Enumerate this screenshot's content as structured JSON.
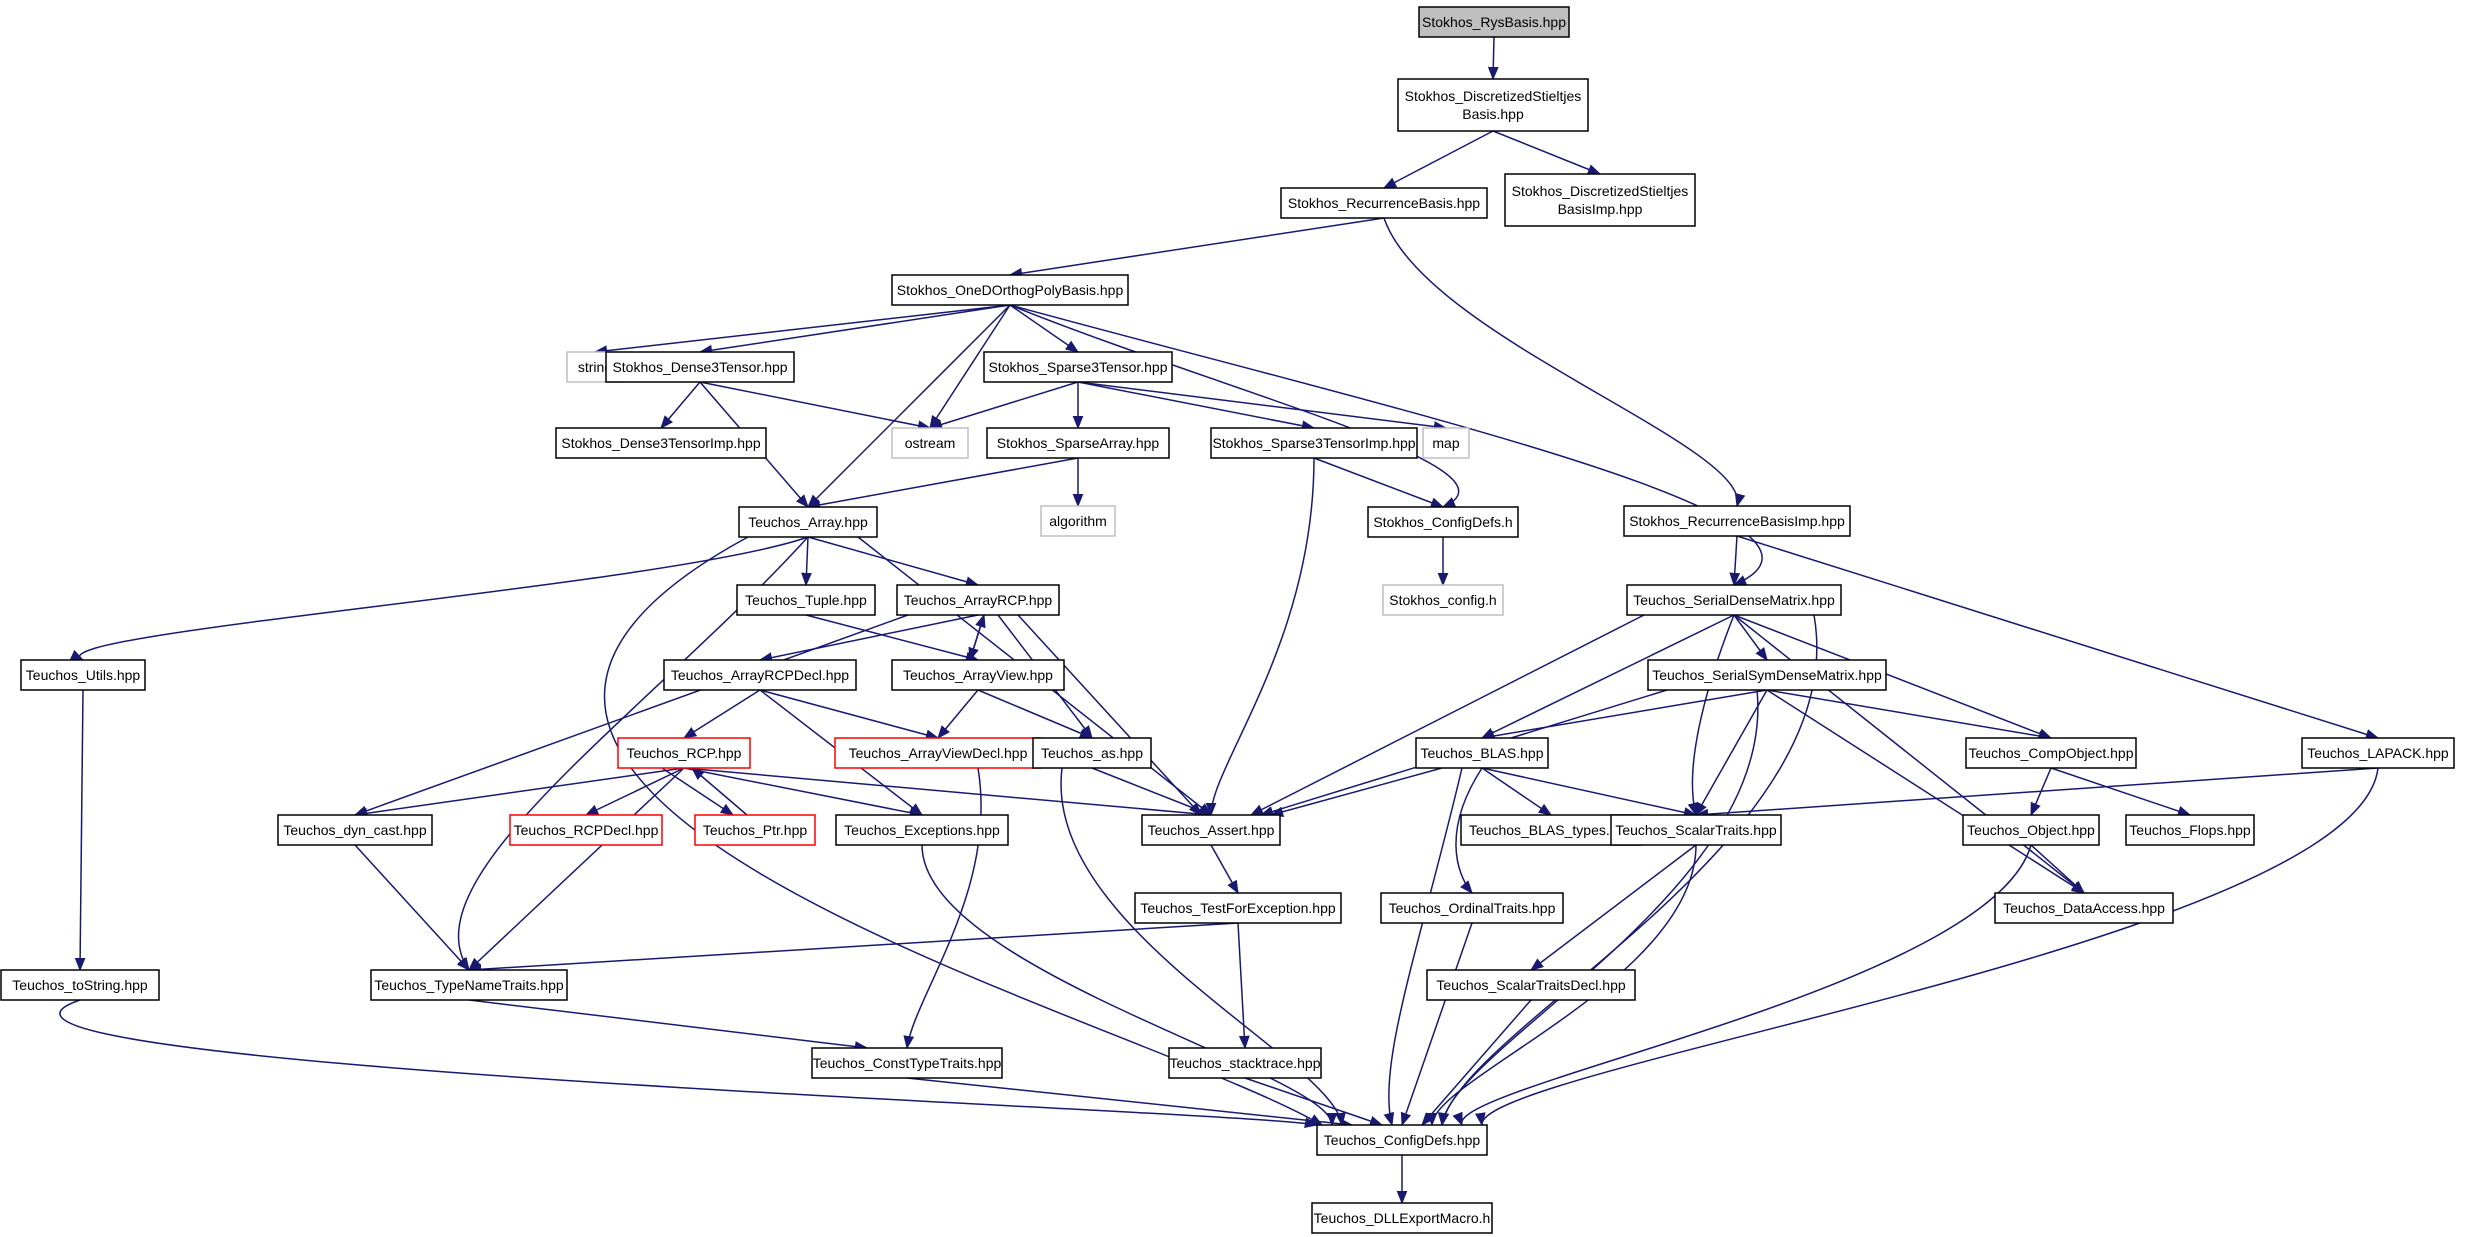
{
  "colors": {
    "edge": "#191970",
    "box_normal": "#000000",
    "box_external": "#bfbfbf",
    "box_truncated": "#ff0000",
    "fill_root": "#bfbfbf",
    "fill_default": "#ffffff"
  },
  "nodes": [
    {
      "id": "root",
      "label": "Stokhos_RysBasis.hpp",
      "kind": "root"
    },
    {
      "id": "dsb",
      "label": "Stokhos_DiscretizedStieltjes\nBasis.hpp",
      "kind": "normal"
    },
    {
      "id": "rb",
      "label": "Stokhos_RecurrenceBasis.hpp",
      "kind": "normal"
    },
    {
      "id": "dsbimp",
      "label": "Stokhos_DiscretizedStieltjes\nBasisImp.hpp",
      "kind": "normal"
    },
    {
      "id": "odopb",
      "label": "Stokhos_OneDOrthogPolyBasis.hpp",
      "kind": "normal"
    },
    {
      "id": "string",
      "label": "string",
      "kind": "external"
    },
    {
      "id": "d3t",
      "label": "Stokhos_Dense3Tensor.hpp",
      "kind": "normal"
    },
    {
      "id": "s3t",
      "label": "Stokhos_Sparse3Tensor.hpp",
      "kind": "normal"
    },
    {
      "id": "d3timp",
      "label": "Stokhos_Dense3TensorImp.hpp",
      "kind": "normal"
    },
    {
      "id": "ostream",
      "label": "ostream",
      "kind": "external"
    },
    {
      "id": "sparr",
      "label": "Stokhos_SparseArray.hpp",
      "kind": "normal"
    },
    {
      "id": "s3timp",
      "label": "Stokhos_Sparse3TensorImp.hpp",
      "kind": "normal"
    },
    {
      "id": "map",
      "label": "map",
      "kind": "external"
    },
    {
      "id": "tarr",
      "label": "Teuchos_Array.hpp",
      "kind": "normal"
    },
    {
      "id": "algorithm",
      "label": "algorithm",
      "kind": "external"
    },
    {
      "id": "scd",
      "label": "Stokhos_ConfigDefs.h",
      "kind": "normal"
    },
    {
      "id": "rbimp",
      "label": "Stokhos_RecurrenceBasisImp.hpp",
      "kind": "normal"
    },
    {
      "id": "sconfig",
      "label": "Stokhos_config.h",
      "kind": "external"
    },
    {
      "id": "ttuple",
      "label": "Teuchos_Tuple.hpp",
      "kind": "normal"
    },
    {
      "id": "tarcp",
      "label": "Teuchos_ArrayRCP.hpp",
      "kind": "normal"
    },
    {
      "id": "tsdm",
      "label": "Teuchos_SerialDenseMatrix.hpp",
      "kind": "normal"
    },
    {
      "id": "tutils",
      "label": "Teuchos_Utils.hpp",
      "kind": "normal"
    },
    {
      "id": "tarcpd",
      "label": "Teuchos_ArrayRCPDecl.hpp",
      "kind": "normal"
    },
    {
      "id": "tav",
      "label": "Teuchos_ArrayView.hpp",
      "kind": "normal"
    },
    {
      "id": "tssdm",
      "label": "Teuchos_SerialSymDenseMatrix.hpp",
      "kind": "normal"
    },
    {
      "id": "trcp",
      "label": "Teuchos_RCP.hpp",
      "kind": "truncated"
    },
    {
      "id": "tavd",
      "label": "Teuchos_ArrayViewDecl.hpp",
      "kind": "truncated"
    },
    {
      "id": "tas",
      "label": "Teuchos_as.hpp",
      "kind": "normal"
    },
    {
      "id": "tblas",
      "label": "Teuchos_BLAS.hpp",
      "kind": "normal"
    },
    {
      "id": "tcomp",
      "label": "Teuchos_CompObject.hpp",
      "kind": "normal"
    },
    {
      "id": "tlapack",
      "label": "Teuchos_LAPACK.hpp",
      "kind": "normal"
    },
    {
      "id": "tdyn",
      "label": "Teuchos_dyn_cast.hpp",
      "kind": "normal"
    },
    {
      "id": "trcpd",
      "label": "Teuchos_RCPDecl.hpp",
      "kind": "truncated"
    },
    {
      "id": "tptr",
      "label": "Teuchos_Ptr.hpp",
      "kind": "truncated"
    },
    {
      "id": "texc",
      "label": "Teuchos_Exceptions.hpp",
      "kind": "normal"
    },
    {
      "id": "tassert",
      "label": "Teuchos_Assert.hpp",
      "kind": "normal"
    },
    {
      "id": "tblast",
      "label": "Teuchos_BLAS_types.hpp",
      "kind": "normal"
    },
    {
      "id": "tst",
      "label": "Teuchos_ScalarTraits.hpp",
      "kind": "normal"
    },
    {
      "id": "tobj",
      "label": "Teuchos_Object.hpp",
      "kind": "normal"
    },
    {
      "id": "tflops",
      "label": "Teuchos_Flops.hpp",
      "kind": "normal"
    },
    {
      "id": "ttfe",
      "label": "Teuchos_TestForException.hpp",
      "kind": "normal"
    },
    {
      "id": "tot",
      "label": "Teuchos_OrdinalTraits.hpp",
      "kind": "normal"
    },
    {
      "id": "tda",
      "label": "Teuchos_DataAccess.hpp",
      "kind": "normal"
    },
    {
      "id": "ttostr",
      "label": "Teuchos_toString.hpp",
      "kind": "normal"
    },
    {
      "id": "ttnt",
      "label": "Teuchos_TypeNameTraits.hpp",
      "kind": "normal"
    },
    {
      "id": "tstd",
      "label": "Teuchos_ScalarTraitsDecl.hpp",
      "kind": "normal"
    },
    {
      "id": "tctt",
      "label": "Teuchos_ConstTypeTraits.hpp",
      "kind": "normal"
    },
    {
      "id": "tstack",
      "label": "Teuchos_stacktrace.hpp",
      "kind": "normal"
    },
    {
      "id": "tcd",
      "label": "Teuchos_ConfigDefs.hpp",
      "kind": "normal"
    },
    {
      "id": "tdll",
      "label": "Teuchos_DLLExportMacro.h",
      "kind": "normal"
    }
  ],
  "edges": [
    [
      "root",
      "dsb"
    ],
    [
      "dsb",
      "rb"
    ],
    [
      "dsb",
      "dsbimp"
    ],
    [
      "rb",
      "odopb"
    ],
    [
      "rb",
      "rbimp"
    ],
    [
      "odopb",
      "string"
    ],
    [
      "odopb",
      "d3t"
    ],
    [
      "odopb",
      "ostream"
    ],
    [
      "odopb",
      "s3t"
    ],
    [
      "odopb",
      "tarr"
    ],
    [
      "odopb",
      "scd"
    ],
    [
      "odopb",
      "tsdm"
    ],
    [
      "d3t",
      "d3timp"
    ],
    [
      "d3t",
      "ostream"
    ],
    [
      "d3t",
      "tarr"
    ],
    [
      "s3t",
      "ostream"
    ],
    [
      "s3t",
      "sparr"
    ],
    [
      "s3t",
      "s3timp"
    ],
    [
      "s3t",
      "map"
    ],
    [
      "sparr",
      "tarr"
    ],
    [
      "sparr",
      "algorithm"
    ],
    [
      "s3timp",
      "scd"
    ],
    [
      "s3timp",
      "tassert"
    ],
    [
      "scd",
      "sconfig"
    ],
    [
      "rbimp",
      "tsdm"
    ],
    [
      "rbimp",
      "tlapack"
    ],
    [
      "tarr",
      "tutils"
    ],
    [
      "tarr",
      "ttuple"
    ],
    [
      "tarr",
      "tarcp"
    ],
    [
      "tarr",
      "tassert"
    ],
    [
      "tarr",
      "ttnt"
    ],
    [
      "tarr",
      "tcd"
    ],
    [
      "ttuple",
      "tav"
    ],
    [
      "tarcp",
      "tarcpd"
    ],
    [
      "tarcp",
      "tav"
    ],
    [
      "tarcp",
      "tas"
    ],
    [
      "tarcp",
      "tassert"
    ],
    [
      "tarcp",
      "tdyn"
    ],
    [
      "tav",
      "tarcp"
    ],
    [
      "tav",
      "tavd"
    ],
    [
      "tav",
      "tas"
    ],
    [
      "tarcpd",
      "trcp"
    ],
    [
      "tarcpd",
      "tavd"
    ],
    [
      "tarcpd",
      "texc"
    ],
    [
      "trcp",
      "tdyn"
    ],
    [
      "trcp",
      "trcpd"
    ],
    [
      "trcp",
      "tptr"
    ],
    [
      "trcp",
      "texc"
    ],
    [
      "trcp",
      "tassert"
    ],
    [
      "trcp",
      "ttnt"
    ],
    [
      "tptr",
      "trcp"
    ],
    [
      "tavd",
      "tctt"
    ],
    [
      "tas",
      "tassert"
    ],
    [
      "tas",
      "tcd"
    ],
    [
      "tutils",
      "ttostr"
    ],
    [
      "ttostr",
      "tcd"
    ],
    [
      "tdyn",
      "ttnt"
    ],
    [
      "texc",
      "tcd"
    ],
    [
      "tassert",
      "ttfe"
    ],
    [
      "ttfe",
      "ttnt"
    ],
    [
      "ttfe",
      "tstack"
    ],
    [
      "ttnt",
      "tctt"
    ],
    [
      "tctt",
      "tcd"
    ],
    [
      "tstack",
      "tcd"
    ],
    [
      "tsdm",
      "tssdm"
    ],
    [
      "tsdm",
      "tblas"
    ],
    [
      "tsdm",
      "tcomp"
    ],
    [
      "tsdm",
      "tst"
    ],
    [
      "tsdm",
      "tda"
    ],
    [
      "tsdm",
      "tassert"
    ],
    [
      "tsdm",
      "tcd"
    ],
    [
      "tssdm",
      "tblas"
    ],
    [
      "tssdm",
      "tcomp"
    ],
    [
      "tssdm",
      "tst"
    ],
    [
      "tssdm",
      "tda"
    ],
    [
      "tssdm",
      "tassert"
    ],
    [
      "tssdm",
      "tcd"
    ],
    [
      "tblas",
      "tblast"
    ],
    [
      "tblas",
      "tst"
    ],
    [
      "tblas",
      "tot"
    ],
    [
      "tblas",
      "tassert"
    ],
    [
      "tblas",
      "tcd"
    ],
    [
      "tcomp",
      "tobj"
    ],
    [
      "tcomp",
      "tflops"
    ],
    [
      "tobj",
      "tda"
    ],
    [
      "tobj",
      "tcd"
    ],
    [
      "tlapack",
      "tst"
    ],
    [
      "tlapack",
      "tcd"
    ],
    [
      "tst",
      "tstd"
    ],
    [
      "tst",
      "tcd"
    ],
    [
      "tot",
      "tcd"
    ],
    [
      "tstd",
      "tcd"
    ],
    [
      "tcd",
      "tdll"
    ]
  ]
}
